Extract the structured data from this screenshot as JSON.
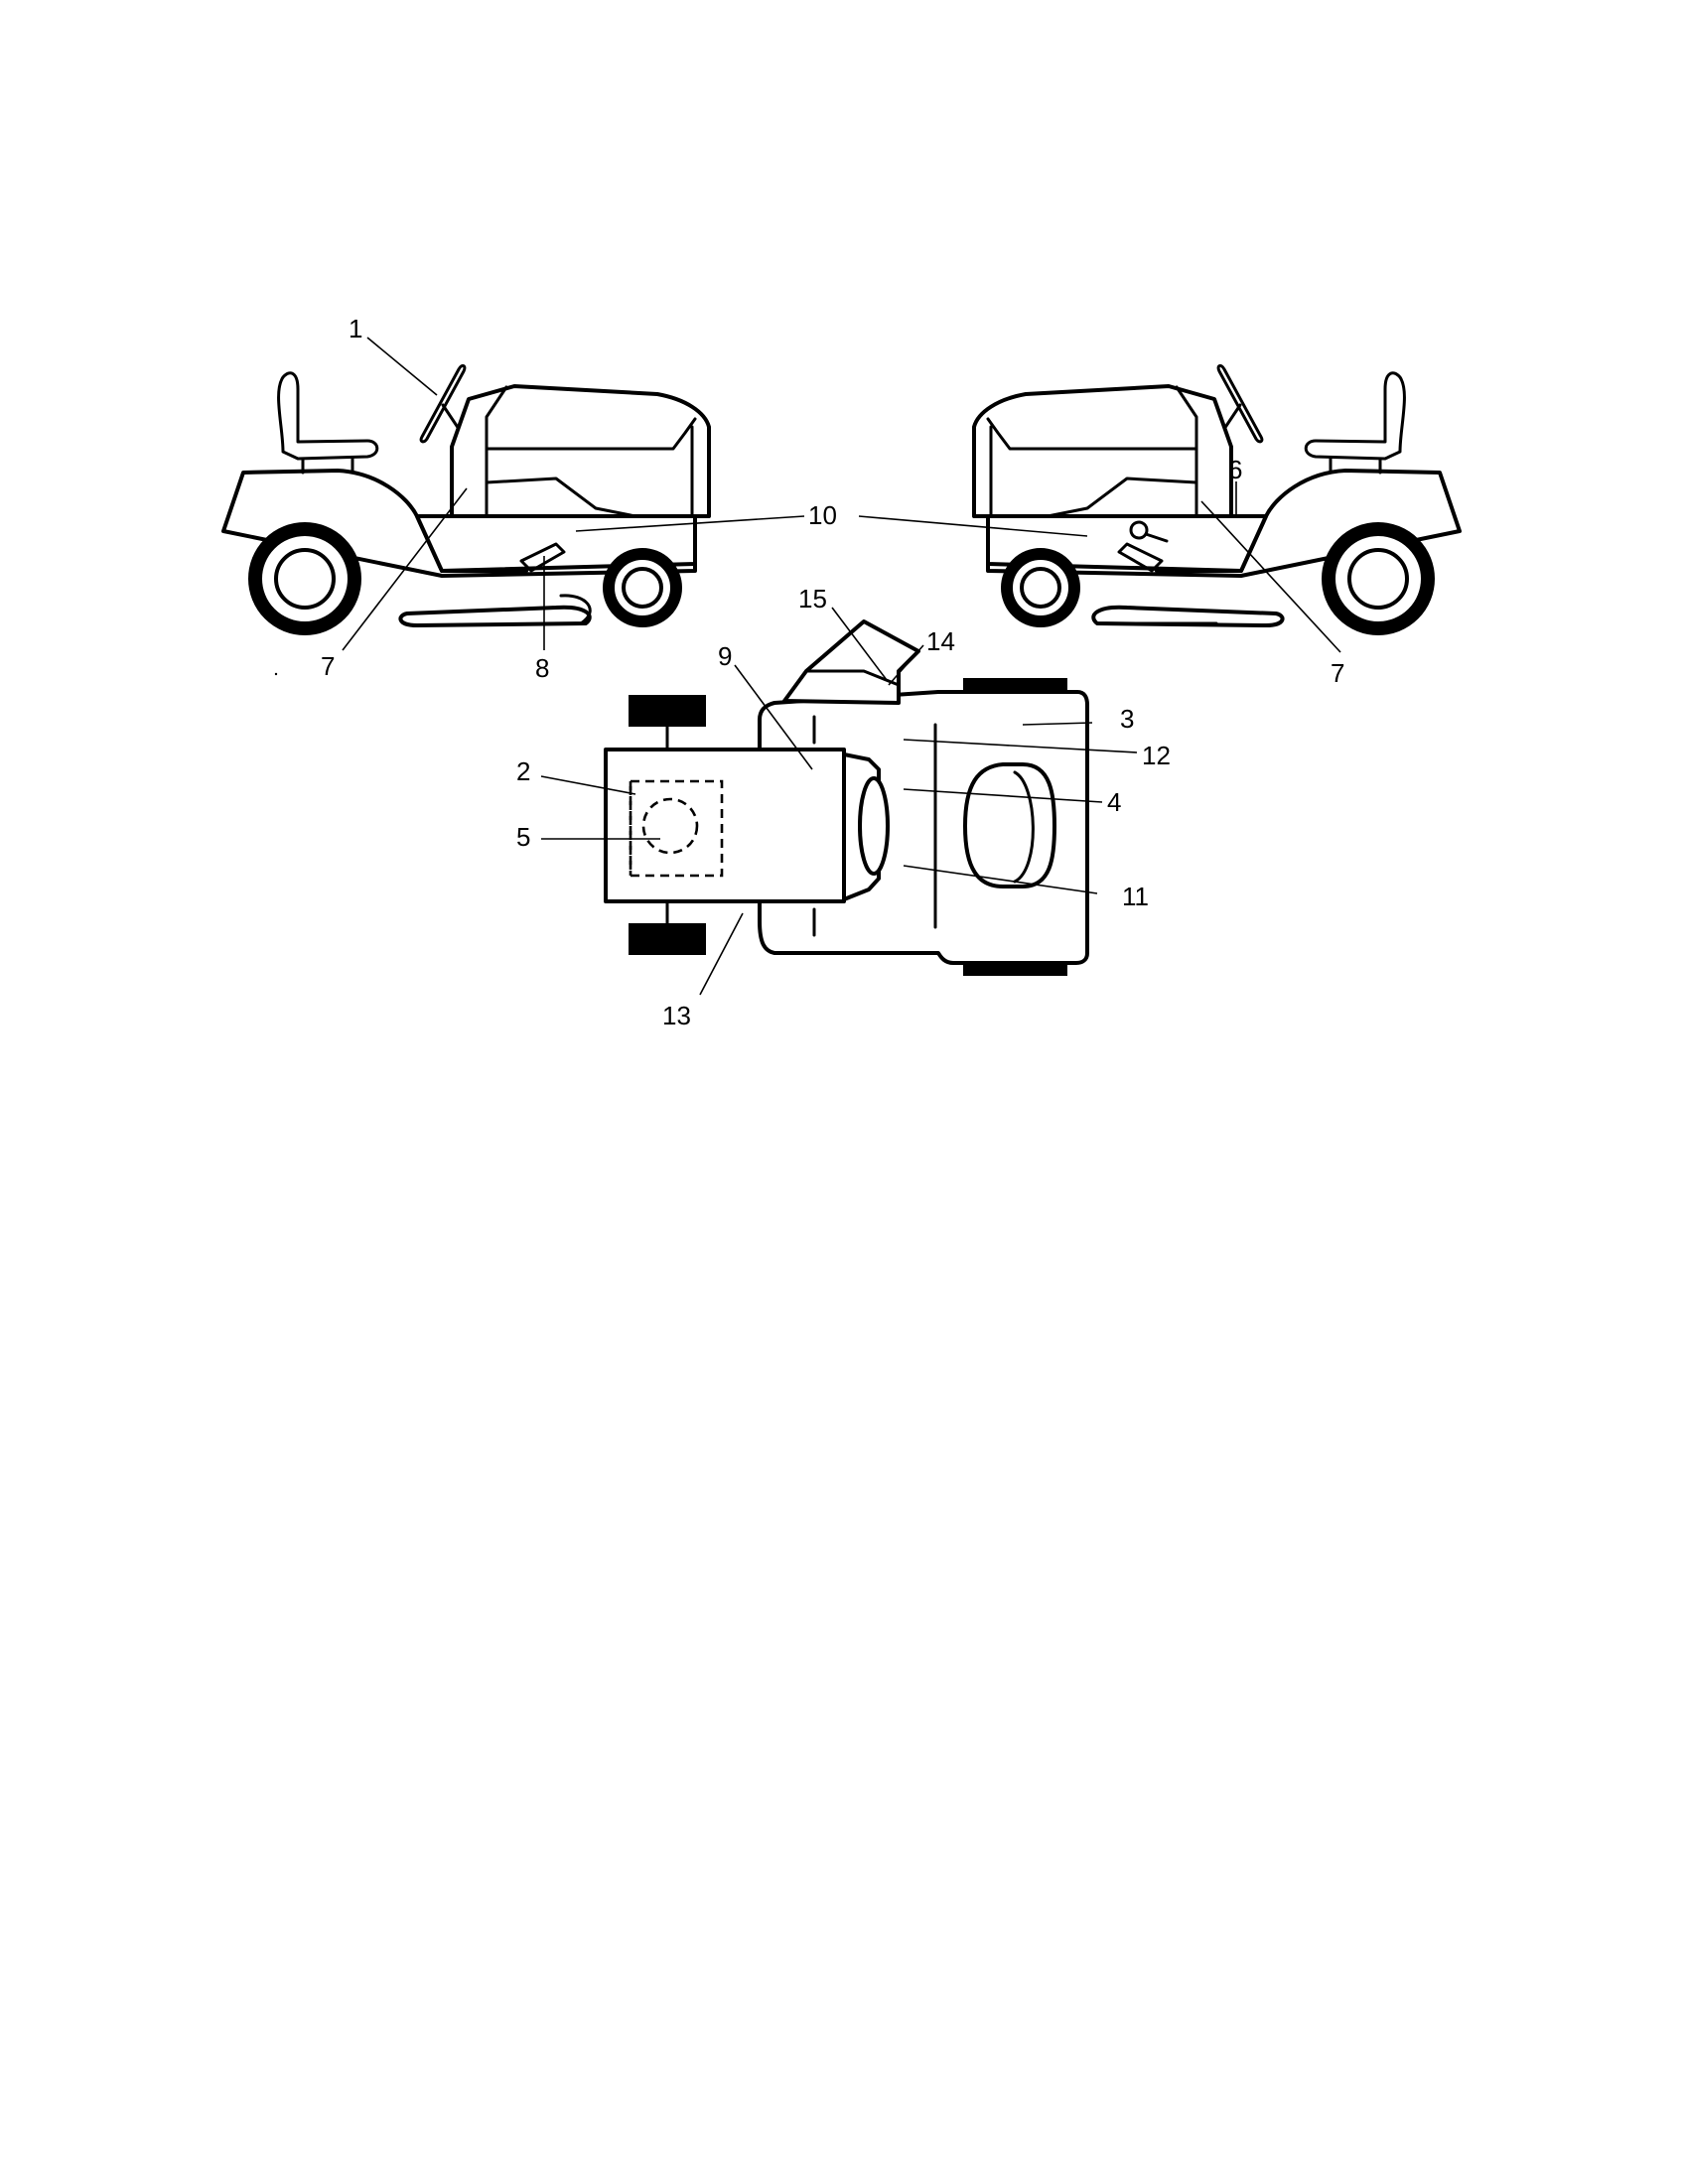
{
  "diagram": {
    "callouts": {
      "c1": "1",
      "c2": "2",
      "c3": "3",
      "c4": "4",
      "c5": "5",
      "c6": "6",
      "c7_left": "7",
      "c7_right": "7",
      "c8": "8",
      "c9": "9",
      "c10": "10",
      "c11": "11",
      "c12": "12",
      "c13": "13",
      "c14": "14",
      "c15": "15"
    },
    "colors": {
      "line": "#000000",
      "background": "#ffffff"
    }
  }
}
